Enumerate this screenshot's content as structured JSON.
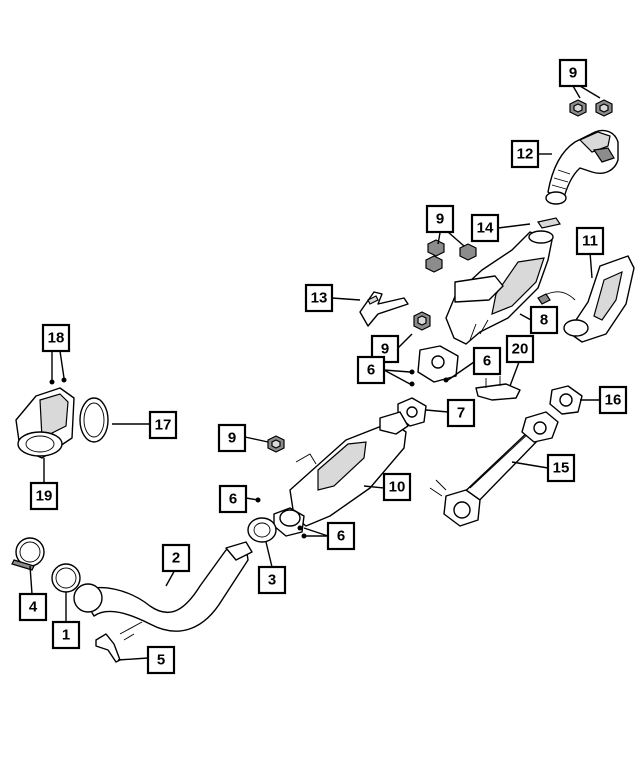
{
  "diagram": {
    "colors": {
      "line": "#000000",
      "background": "#ffffff",
      "shade": "#d9d9d9",
      "dark": "#8c8c8c"
    },
    "callouts": [
      {
        "id": "c9a",
        "label": "9"
      },
      {
        "id": "c12",
        "label": "12"
      },
      {
        "id": "c9b",
        "label": "9"
      },
      {
        "id": "c14",
        "label": "14"
      },
      {
        "id": "c11",
        "label": "11"
      },
      {
        "id": "c13",
        "label": "13"
      },
      {
        "id": "c8",
        "label": "8"
      },
      {
        "id": "c18",
        "label": "18"
      },
      {
        "id": "c9c",
        "label": "9"
      },
      {
        "id": "c6a",
        "label": "6"
      },
      {
        "id": "c6b",
        "label": "6"
      },
      {
        "id": "c20",
        "label": "20"
      },
      {
        "id": "c16",
        "label": "16"
      },
      {
        "id": "c7",
        "label": "7"
      },
      {
        "id": "c17",
        "label": "17"
      },
      {
        "id": "c9d",
        "label": "9"
      },
      {
        "id": "c15",
        "label": "15"
      },
      {
        "id": "c19",
        "label": "19"
      },
      {
        "id": "c10",
        "label": "10"
      },
      {
        "id": "c6c",
        "label": "6"
      },
      {
        "id": "c6d",
        "label": "6"
      },
      {
        "id": "c2",
        "label": "2"
      },
      {
        "id": "c3",
        "label": "3"
      },
      {
        "id": "c4",
        "label": "4"
      },
      {
        "id": "c1",
        "label": "1"
      },
      {
        "id": "c5",
        "label": "5"
      }
    ]
  }
}
